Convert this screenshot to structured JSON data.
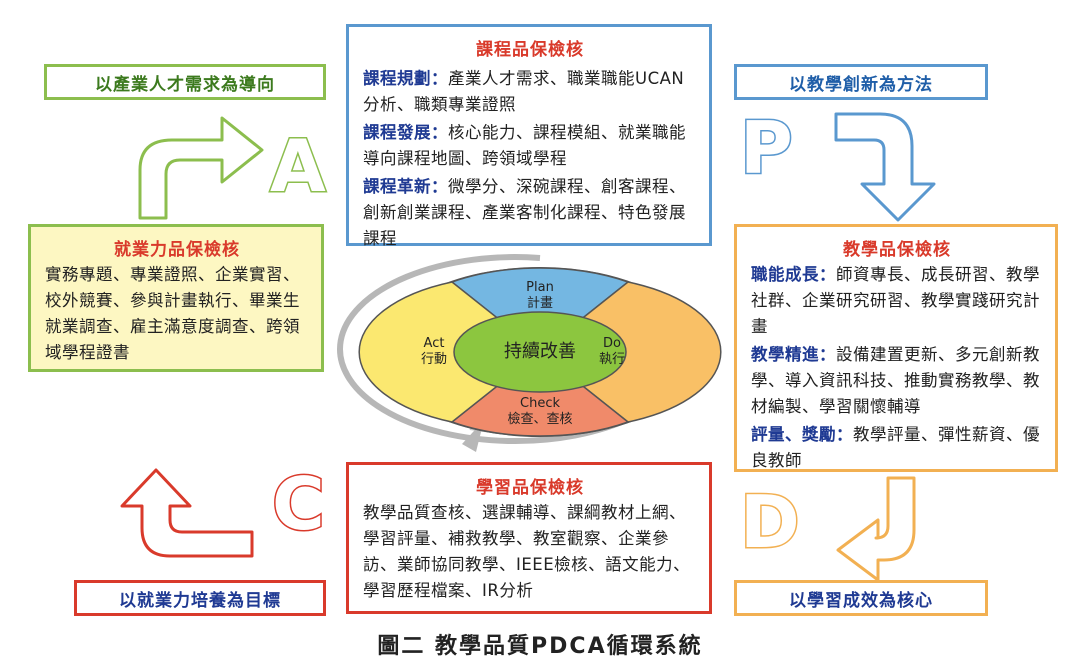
{
  "labels": {
    "top_left": "以產業人才需求為導向",
    "top_right": "以教學創新為方法",
    "bottom_left": "以就業力培養為目標",
    "bottom_right": "以學習成效為核心"
  },
  "letters": {
    "a": "A",
    "p": "P",
    "c": "C",
    "d": "D"
  },
  "panels": {
    "course": {
      "title": "課程品保檢核",
      "items": [
        {
          "key": "課程規劃：",
          "text": "產業人才需求、職業職能UCAN分析、職類專業證照"
        },
        {
          "key": "課程發展：",
          "text": "核心能力、課程模組、就業職能導向課程地圖、跨領域學程"
        },
        {
          "key": "課程革新：",
          "text": "微學分、深碗課程、創客課程、創新創業課程、產業客制化課程、特色發展課程"
        }
      ]
    },
    "employ": {
      "title": "就業力品保檢核",
      "body": "實務專題、專業證照、企業實習、校外競賽、參與計畫執行、畢業生就業調查、雇主滿意度調查、跨領域學程證書"
    },
    "teaching": {
      "title": "教學品保檢核",
      "items": [
        {
          "key": "職能成長：",
          "text": "師資專長、成長研習、教學社群、企業研究研習、教學實踐研究計畫"
        },
        {
          "key": "教學精進：",
          "text": "設備建置更新、多元創新教學、導入資訊科技、推動實務教學、教材編製、學習關懷輔導"
        },
        {
          "key": "評量、獎勵：",
          "text": "教學評量、彈性薪資、優良教師"
        }
      ]
    },
    "learning": {
      "title": "學習品保檢核",
      "body": "教學品質查核、選課輔導、課綱教材上網、學習評量、補救教學、教室觀察、企業參訪、業師協同教學、IEEE檢核、語文能力、學習歷程檔案、IR分析"
    }
  },
  "cycle": {
    "center": "持續改善",
    "plan_en": "Plan",
    "plan_zh": "計畫",
    "do_en": "Do",
    "do_zh": "執行",
    "check_en": "Check",
    "check_zh": "檢查、查核",
    "act_en": "Act",
    "act_zh": "行動"
  },
  "caption": "圖二  教學品質PDCA循環系統",
  "colors": {
    "green": "#8cbe4e",
    "blue": "#5a98cf",
    "orange": "#f2b052",
    "red": "#d93a2b",
    "navy": "#1f3a93"
  }
}
